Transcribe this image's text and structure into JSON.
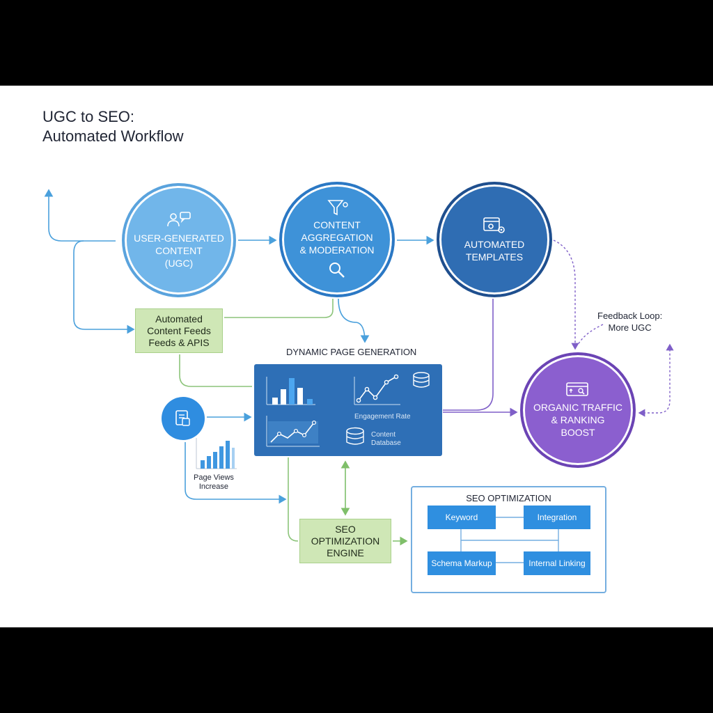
{
  "title": {
    "line1": "UGC to SEO:",
    "line2": "Automated Workflow"
  },
  "nodes": {
    "ugc": "USER-GENERATED\nCONTENT\n(UGC)",
    "aggregation": "CONTENT\nAGGREGATION\n& MODERATION",
    "templates": "AUTOMATED\nTEMPLATES",
    "organic": "ORGANIC TRAFFIC\n& RANKING\nBOOST",
    "feeds": "Automated\nContent Feeds\nFeeds & APIS",
    "engine": "SEO\nOPTIMIZATION\nENGINE"
  },
  "dynamic_page": {
    "title": "DYNAMIC PAGE GENERATION",
    "engagement": "Engagement Rate",
    "database": "Content\nDatabase"
  },
  "page_views": "Page Views\nIncrease",
  "feedback": "Feedback Loop:\nMore UGC",
  "seo_panel": {
    "title": "SEO OPTIMIZATION",
    "keyword": "Keyword",
    "integration": "Integration",
    "schema": "Schema Markup",
    "internal": "Internal Linking"
  },
  "colors": {
    "ugc": "#71b6ea",
    "aggregation": "#3e92d8",
    "templates": "#2f6db3",
    "organic": "#8b5fcf",
    "green_box": "#cfe7b6",
    "panel": "#2e6fb6",
    "chip": "#2f8fe0"
  }
}
